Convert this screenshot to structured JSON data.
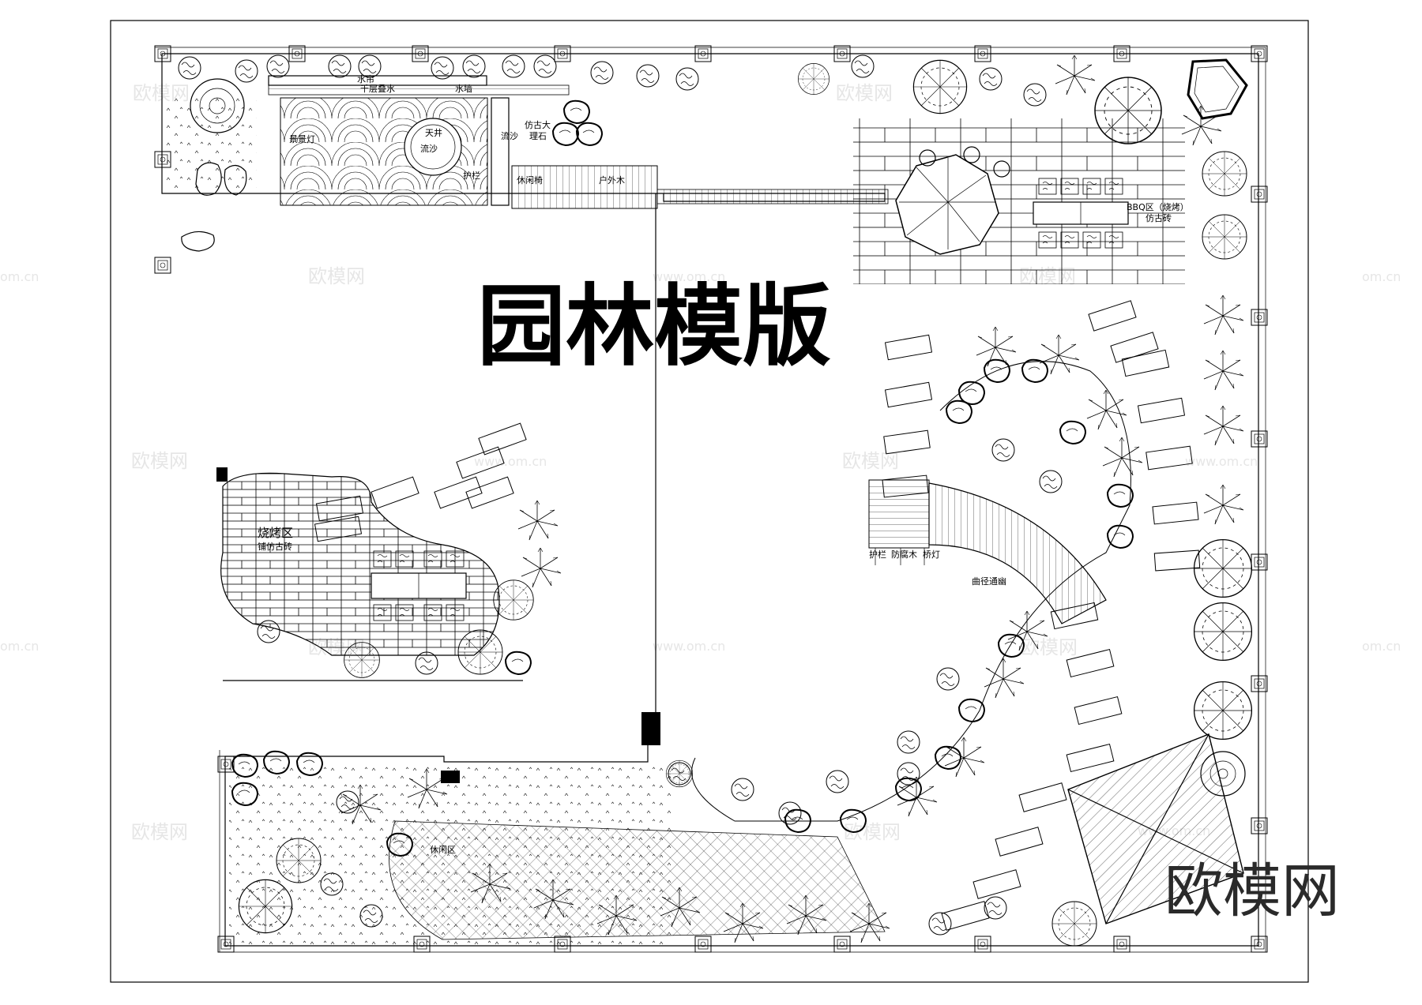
{
  "title": "园林模版",
  "logo": "欧模网",
  "watermarks": {
    "brand": "欧模网",
    "url": "www.om.cn",
    "url_short": "om.cn"
  },
  "labels": {
    "water_curtain": "水帘",
    "cascade": "千层叠水",
    "water_wall": "水墙",
    "scene_lamp": "景景灯",
    "skylight": "天井",
    "flowing_sand_center": "流沙",
    "guardrail_top": "护栏",
    "flowing_sand": "流沙",
    "marble_rock_1": "仿古大",
    "marble_rock_2": "理石",
    "leisure_chair": "休闲椅",
    "outdoor_wood": "户外木",
    "bbq_zone": "BBQ区（烧烤）",
    "antique_brick_right": "仿古砖",
    "bbq_area": "烧烤区",
    "antique_brick_left": "铺仿古砖",
    "guardrail": "护栏",
    "rot_wood": "防腐木",
    "bridge_lamp": "桥灯",
    "winding_path": "曲径通幽",
    "rest_area": "休闲区"
  },
  "colors": {
    "line": "#000000",
    "watermark": "#e6e6e6",
    "background": "#ffffff"
  }
}
